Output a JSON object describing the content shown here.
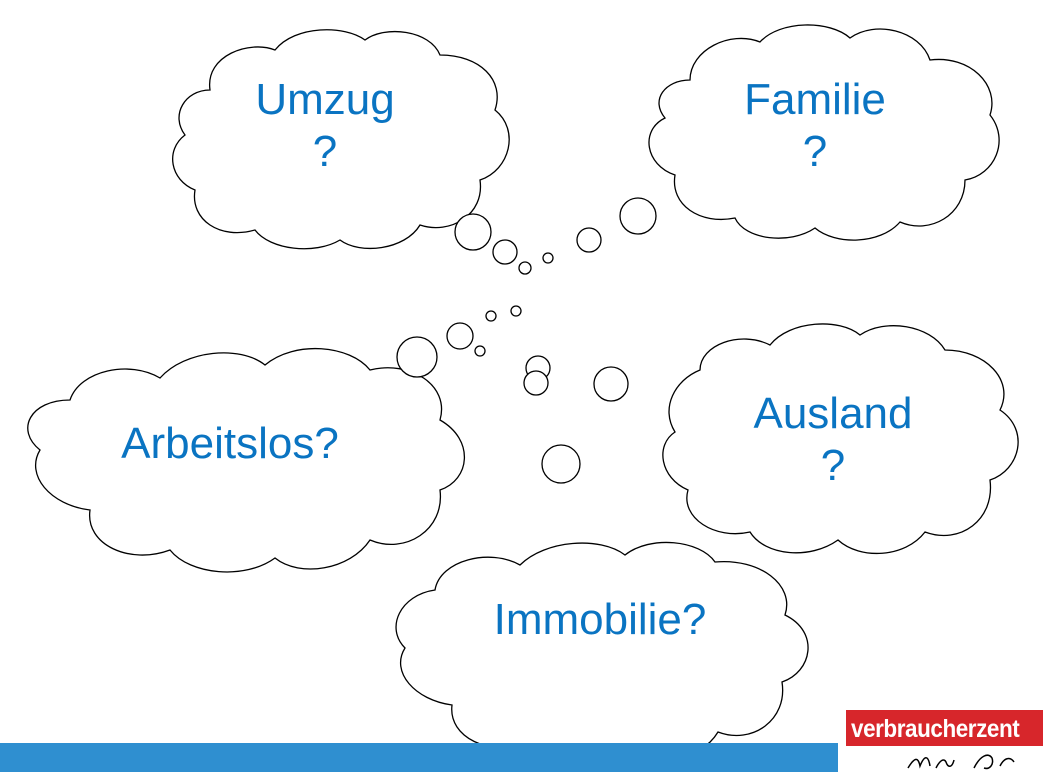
{
  "clouds": [
    {
      "id": "umzug",
      "label": "Umzug\n?"
    },
    {
      "id": "familie",
      "label": "Familie\n?"
    },
    {
      "id": "arbeitslos",
      "label": "Arbeitslos?"
    },
    {
      "id": "ausland",
      "label": "Ausland\n?"
    },
    {
      "id": "immobilie",
      "label": "Immobilie?"
    }
  ],
  "logo": {
    "text": "verbraucherzent"
  },
  "colors": {
    "text": "#0a74c2",
    "bar": "#2f8fd0",
    "logo_bg": "#d7262b",
    "stroke": "#000000"
  }
}
